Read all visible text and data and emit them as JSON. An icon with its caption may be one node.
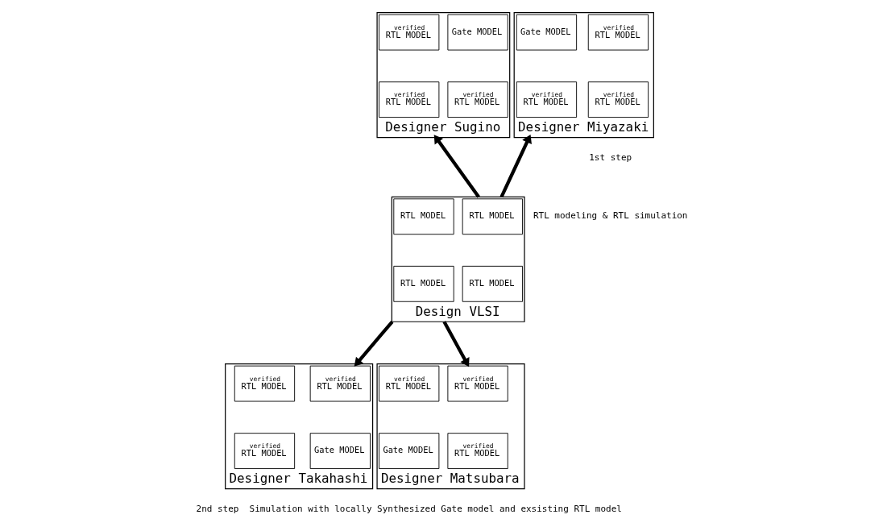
{
  "diagram": {
    "nodes": [
      {
        "text": [
          "Designer Sugino"
        ]
      },
      {
        "text": [
          "Gate MODEL"
        ],
        "in": 0
      },
      {
        "text": [
          "verified",
          "RTL MODEL"
        ],
        "in": 0
      },
      {
        "text": [
          "verified",
          "RTL MODEL"
        ],
        "in": 0
      },
      {
        "text": [
          "verified",
          "RTL MODEL"
        ],
        "in": 0
      },
      {
        "text": [
          "Designer Miyazaki"
        ]
      },
      {
        "text": [
          "verified",
          "RTL MODEL"
        ],
        "in": 5
      },
      {
        "text": [
          "Gate MODEL"
        ],
        "in": 5
      },
      {
        "text": [
          "verified",
          "RTL MODEL"
        ],
        "in": 5
      },
      {
        "text": [
          "verified",
          "RTL MODEL"
        ],
        "in": 5
      },
      {
        "text": [
          "Design VLSI"
        ]
      },
      {
        "text": [
          "RTL MODEL"
        ],
        "in": 10
      },
      {
        "text": [
          "RTL MODEL"
        ],
        "in": 10
      },
      {
        "text": [
          "RTL MODEL"
        ],
        "in": 10
      },
      {
        "text": [
          "RTL MODEL"
        ],
        "in": 10
      },
      {
        "text": [
          "Designer Takahashi"
        ]
      },
      {
        "text": [
          "verified",
          "RTL MODEL"
        ],
        "in": 15
      },
      {
        "text": [
          "verified",
          "RTL MODEL"
        ],
        "in": 15
      },
      {
        "text": [
          "Gate MODEL"
        ],
        "in": 15
      },
      {
        "text": [
          "verified",
          "RTL MODEL"
        ],
        "in": 15
      },
      {
        "text": [
          "Designer Matsubara"
        ]
      },
      {
        "text": [
          "verified",
          "RTL MODEL"
        ],
        "in": 20
      },
      {
        "text": [
          "verified",
          "RTL MODEL"
        ],
        "in": 20
      },
      {
        "text": [
          "verified",
          "RTL MODEL"
        ],
        "in": 20
      },
      {
        "text": [
          "Gate MODEL"
        ],
        "in": 20
      }
    ],
    "edges": [
      {
        "from": 10,
        "to": 0,
        "arrow": "to"
      },
      {
        "from": 10,
        "to": 5,
        "arrow": "to"
      },
      {
        "from": 10,
        "to": 15,
        "arrow": "to"
      },
      {
        "from": 10,
        "to": 20,
        "arrow": "to"
      }
    ],
    "labels": [
      "1st step",
      "RTL modeling & RTL simulation",
      "2nd step  Simulation with locally Synthesized Gate model and exsisting RTL model"
    ]
  }
}
